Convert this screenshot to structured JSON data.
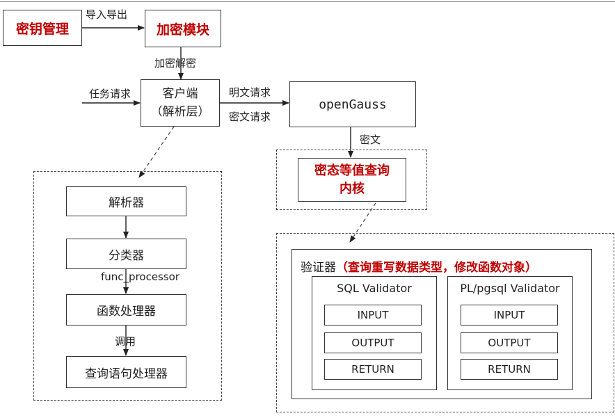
{
  "top": {
    "key_mgmt": "密钥管理",
    "import_export": "导入导出",
    "crypto_module": "加密模块",
    "encrypt_decrypt": "加密解密"
  },
  "client": {
    "task_request": "任务请求",
    "title_line1": "客户端",
    "title_line2": "（解析层）",
    "plain_request": "明文请求",
    "cipher_request": "密文请求"
  },
  "server": {
    "name": "openGauss",
    "ciphertext": "密文",
    "kernel_line1": "密态等值查询",
    "kernel_line2": "内核"
  },
  "pipeline": {
    "parser": "解析器",
    "classifier": "分类器",
    "func_label": "func_processor",
    "func_processor": "函数处理器",
    "call_label": "调用",
    "query_processor": "查询语句处理器"
  },
  "validator": {
    "title_prefix": "验证器",
    "title_detail": "（查询重写数据类型，修改函数对象）",
    "sql": {
      "title": "SQL Validator",
      "items": [
        "INPUT",
        "OUTPUT",
        "RETURN"
      ]
    },
    "plpgsql": {
      "title": "PL/pgsql Validator",
      "items": [
        "INPUT",
        "OUTPUT",
        "RETURN"
      ]
    }
  },
  "colors": {
    "accent_red": "#c00000",
    "line": "#333333"
  }
}
